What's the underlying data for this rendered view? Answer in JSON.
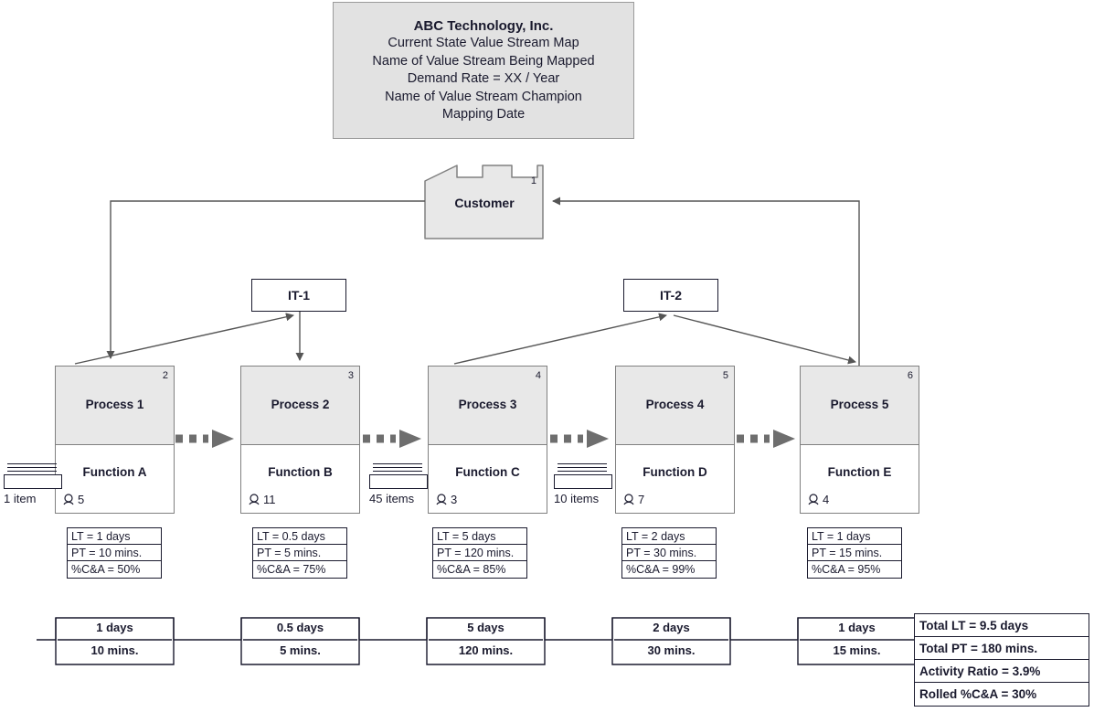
{
  "title_block": {
    "lines": [
      "ABC Technology, Inc.",
      "Current State Value Stream Map",
      "Name of Value Stream Being Mapped",
      "Demand Rate = XX / Year",
      "Name of Value Stream Champion",
      "Mapping Date"
    ]
  },
  "customer": {
    "label": "Customer",
    "number": "1"
  },
  "it_systems": [
    {
      "label": "IT-1"
    },
    {
      "label": "IT-2"
    }
  ],
  "processes": [
    {
      "number": "2",
      "name": "Process 1",
      "function": "Function A",
      "operators": "5",
      "lt": "LT = 1 days",
      "pt": "PT = 10 mins.",
      "ca": "%C&A = 50%"
    },
    {
      "number": "3",
      "name": "Process 2",
      "function": "Function B",
      "operators": "11",
      "lt": "LT = 0.5 days",
      "pt": "PT = 5 mins.",
      "ca": "%C&A = 75%"
    },
    {
      "number": "4",
      "name": "Process 3",
      "function": "Function C",
      "operators": "3",
      "lt": "LT = 5 days",
      "pt": "PT = 120 mins.",
      "ca": "%C&A = 85%"
    },
    {
      "number": "5",
      "name": "Process 4",
      "function": "Function D",
      "operators": "7",
      "lt": "LT = 2 days",
      "pt": "PT = 30 mins.",
      "ca": "%C&A = 99%"
    },
    {
      "number": "6",
      "name": "Process 5",
      "function": "Function E",
      "operators": "4",
      "lt": "LT = 1 days",
      "pt": "PT = 15 mins.",
      "ca": "%C&A = 95%"
    }
  ],
  "inventories": [
    {
      "label": "1 item"
    },
    {
      "label": "45 items"
    },
    {
      "label": "10 items"
    }
  ],
  "timeline": {
    "days": [
      "1 days",
      "0.5 days",
      "5 days",
      "2 days",
      "1 days"
    ],
    "mins": [
      "10 mins.",
      "5 mins.",
      "120 mins.",
      "30 mins.",
      "15 mins."
    ]
  },
  "summary": {
    "rows": [
      "Total LT = 9.5 days",
      "Total PT = 180 mins.",
      "Activity Ratio = 3.9%",
      "Rolled %C&A = 30%"
    ]
  },
  "colors": {
    "process_fill": "#e8e8e8",
    "process_border": "#808080",
    "title_fill": "#e2e2e2",
    "arrow": "#555555",
    "push_arrow": "#6e6e6e",
    "text": "#1a1a2e"
  }
}
